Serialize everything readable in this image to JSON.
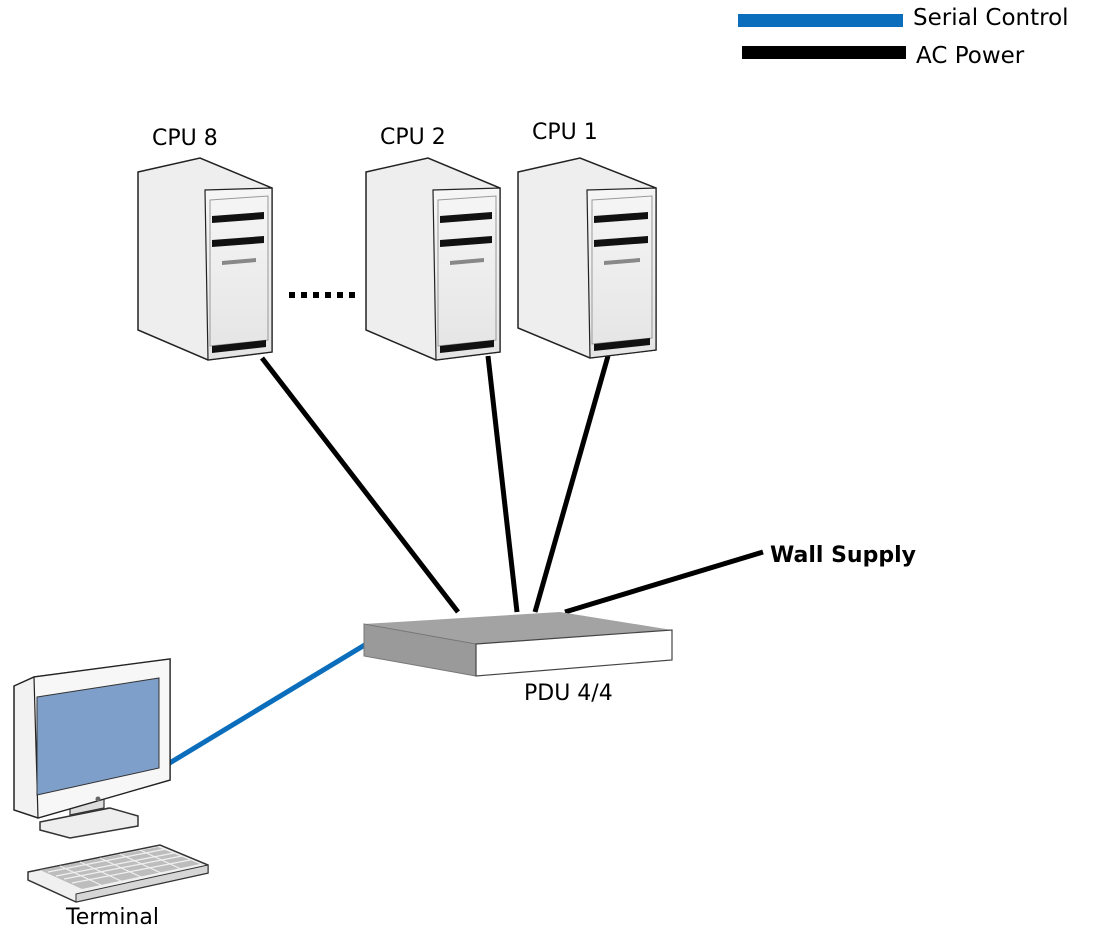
{
  "legend": {
    "items": [
      {
        "label": "Serial Control",
        "color": "#0a6ebd"
      },
      {
        "label": "AC Power",
        "color": "#000000"
      }
    ]
  },
  "nodes": {
    "cpu8": "CPU 8",
    "cpu2": "CPU 2",
    "cpu1": "CPU 1",
    "ellipsis": "......",
    "pdu": "PDU 4/4",
    "wall_supply": "Wall Supply",
    "terminal": "Terminal"
  },
  "colors": {
    "serial": "#0a6ebd",
    "power": "#000000",
    "screen": "#7f9fcb",
    "pdu_top": "#a3a3a3",
    "case": "#ececec"
  }
}
